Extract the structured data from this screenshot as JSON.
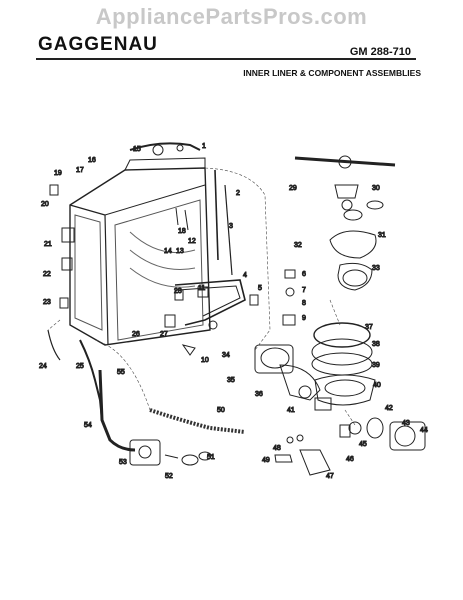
{
  "watermark": "AppliancePartsPros.com",
  "header": {
    "brand": "GAGGENAU",
    "model": "GM 288-710",
    "section_title": "INNER LINER & COMPONENT ASSEMBLIES"
  },
  "callouts": [
    "1",
    "2",
    "3",
    "4",
    "5",
    "6",
    "7",
    "8",
    "9",
    "10",
    "11",
    "12",
    "13",
    "14",
    "15",
    "16",
    "17",
    "18",
    "19",
    "20",
    "21",
    "22",
    "23",
    "24",
    "25",
    "26",
    "27",
    "28",
    "29",
    "30",
    "31",
    "32",
    "33",
    "34",
    "35",
    "36",
    "37",
    "38",
    "39",
    "40",
    "41",
    "42",
    "43",
    "44",
    "45",
    "46",
    "47",
    "48",
    "49",
    "50",
    "51",
    "52",
    "53",
    "54",
    "55"
  ]
}
